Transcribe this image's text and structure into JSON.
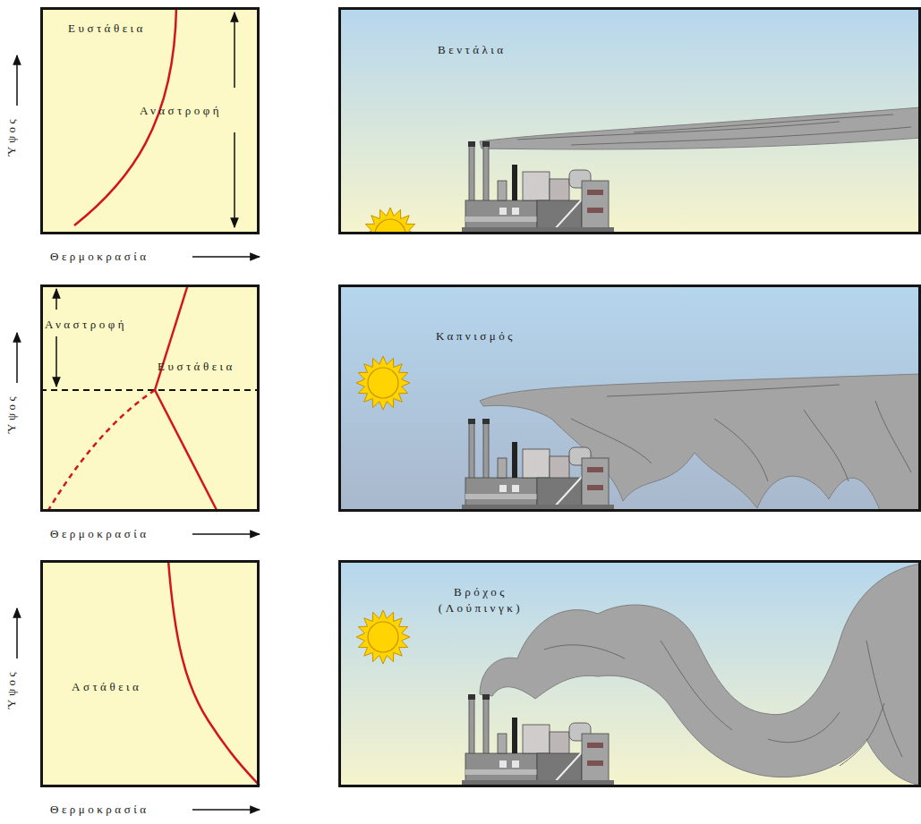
{
  "diagram": {
    "nodes": [
      {
        "text": [
          "Ευστάθεια",
          "Αναστροφή"
        ]
      },
      {
        "text": [
          "Βεντάλια"
        ]
      },
      {
        "text": [
          "Αναστροφή",
          "Ευστάθεια"
        ]
      },
      {
        "text": [
          "Καπνισμός"
        ]
      },
      {
        "text": [
          "Αστάθεια"
        ]
      },
      {
        "text": [
          "Βρόχος (Λούπινγκ)"
        ]
      }
    ],
    "labels": [
      "Ύψος",
      "Θερμοκρασία",
      "Ύψος",
      "Θερμοκρασία",
      "Ύψος",
      "Θερμοκρασία"
    ]
  }
}
